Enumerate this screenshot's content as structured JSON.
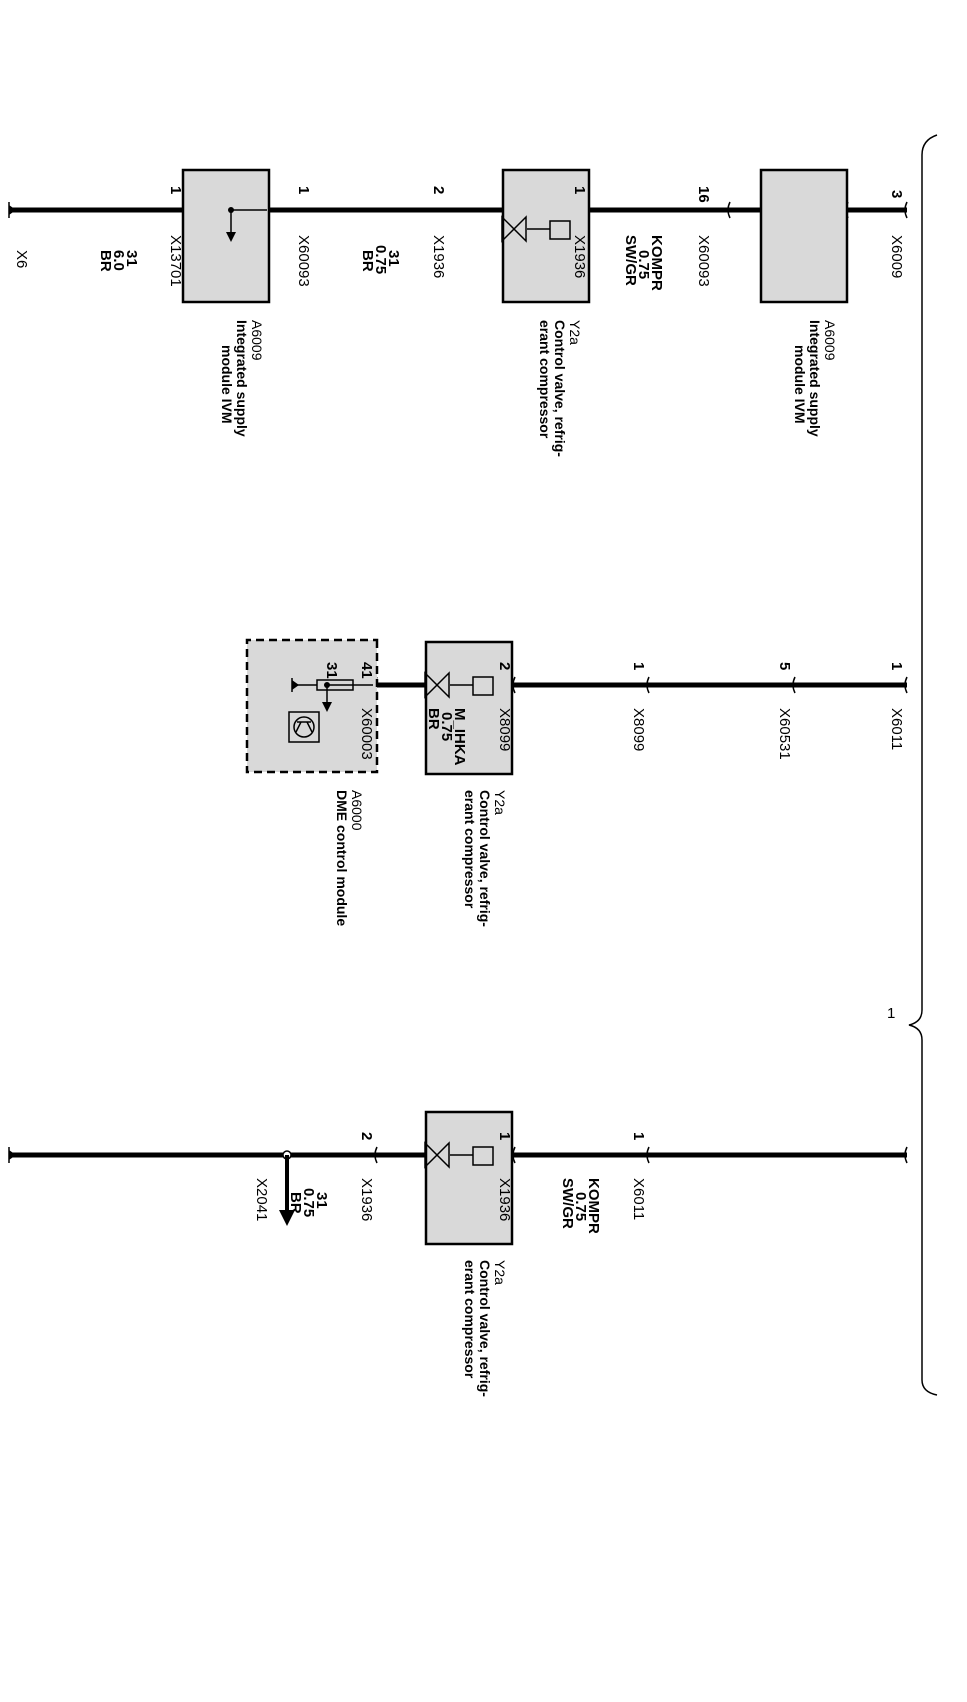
{
  "columns": [
    {
      "wires": [
        {
          "pin": "3",
          "connector": "X6009"
        },
        {
          "pin": "16",
          "connector": "X60093",
          "signal": "KOMPR",
          "size": "0.75",
          "color": "SW/GR"
        },
        {
          "pin": "1",
          "connector": "X1936"
        },
        {
          "pin": "2",
          "connector": "X1936",
          "signal": "31",
          "size": "0.75",
          "color": "BR"
        },
        {
          "pin": "1",
          "connector": "X60093"
        },
        {
          "pin": "1",
          "connector": "X13701",
          "signal": "31",
          "size": "6.0",
          "color": "BR"
        }
      ],
      "ground": "X6",
      "components": [
        {
          "id": "A6009",
          "line1": "Integrated supply",
          "line2": "module IVM"
        },
        {
          "id": "Y2a",
          "line1": "Control valve, refrig-",
          "line2": "erant compressor"
        },
        {
          "id": "A6009",
          "line1": "Integrated supply",
          "line2": "module IVM"
        }
      ]
    },
    {
      "wires": [
        {
          "pin": "1",
          "connector": "X6011"
        },
        {
          "pin": "5",
          "connector": "X60531"
        },
        {
          "pin": "1",
          "connector": "X8099"
        },
        {
          "pin": "2",
          "connector": "X8099",
          "signal": "M_IHKA",
          "size": "0.75",
          "color": "BR"
        },
        {
          "pin": "41",
          "connector": "X60003"
        },
        {
          "pin": "31"
        }
      ],
      "components": [
        {
          "id": "Y2a",
          "line1": "Control valve, refrig-",
          "line2": "erant compressor"
        },
        {
          "id": "A6000",
          "line1": "DME control module"
        }
      ]
    },
    {
      "wires": [
        {
          "pin": "1",
          "connector": "X6011",
          "signal": "KOMPR",
          "size": "0.75",
          "color": "SW/GR"
        },
        {
          "pin": "1",
          "connector": "X1936"
        },
        {
          "pin": "2",
          "connector": "X1936",
          "signal": "31",
          "size": "0.75",
          "color": "BR"
        },
        {
          "connector": "X2041"
        }
      ],
      "components": [
        {
          "id": "Y2a",
          "line1": "Control valve, refrig-",
          "line2": "erant compressor"
        }
      ]
    }
  ],
  "brace_label": "1"
}
